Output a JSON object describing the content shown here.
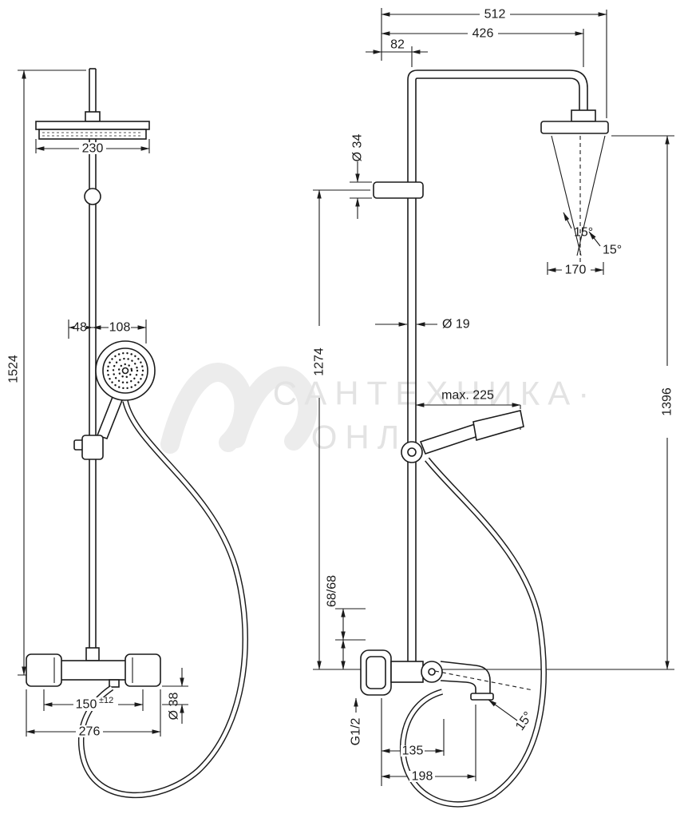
{
  "watermark": {
    "line1": "САНТЕХНИКА·",
    "line2": "ОНЛ"
  },
  "front_view": {
    "dim_total_height": "1524",
    "dim_head_width": "230",
    "dim_offset_48": "48",
    "dim_offset_108": "108",
    "dim_valve_centers": "150",
    "dim_valve_tolerance": "±12",
    "dim_valve_width": "276",
    "dim_connection_dia": "Ø 38"
  },
  "side_view": {
    "dim_total_depth": "512",
    "dim_arm_reach": "426",
    "dim_wall_offset": "82",
    "dim_bracket_dia": "Ø 34",
    "dim_spray_angle_inner": "15°",
    "dim_spray_angle_outer": "15°",
    "dim_spray_width": "170",
    "dim_pipe_dia": "Ø 19",
    "dim_riser_height": "1274",
    "dim_head_height": "1396",
    "dim_handshower_reach": "max. 225",
    "dim_outlet_offsets": "68/68",
    "dim_thread": "G1/2",
    "dim_spout_reach": "135",
    "dim_spout_total": "198",
    "dim_spout_angle": "15°"
  }
}
